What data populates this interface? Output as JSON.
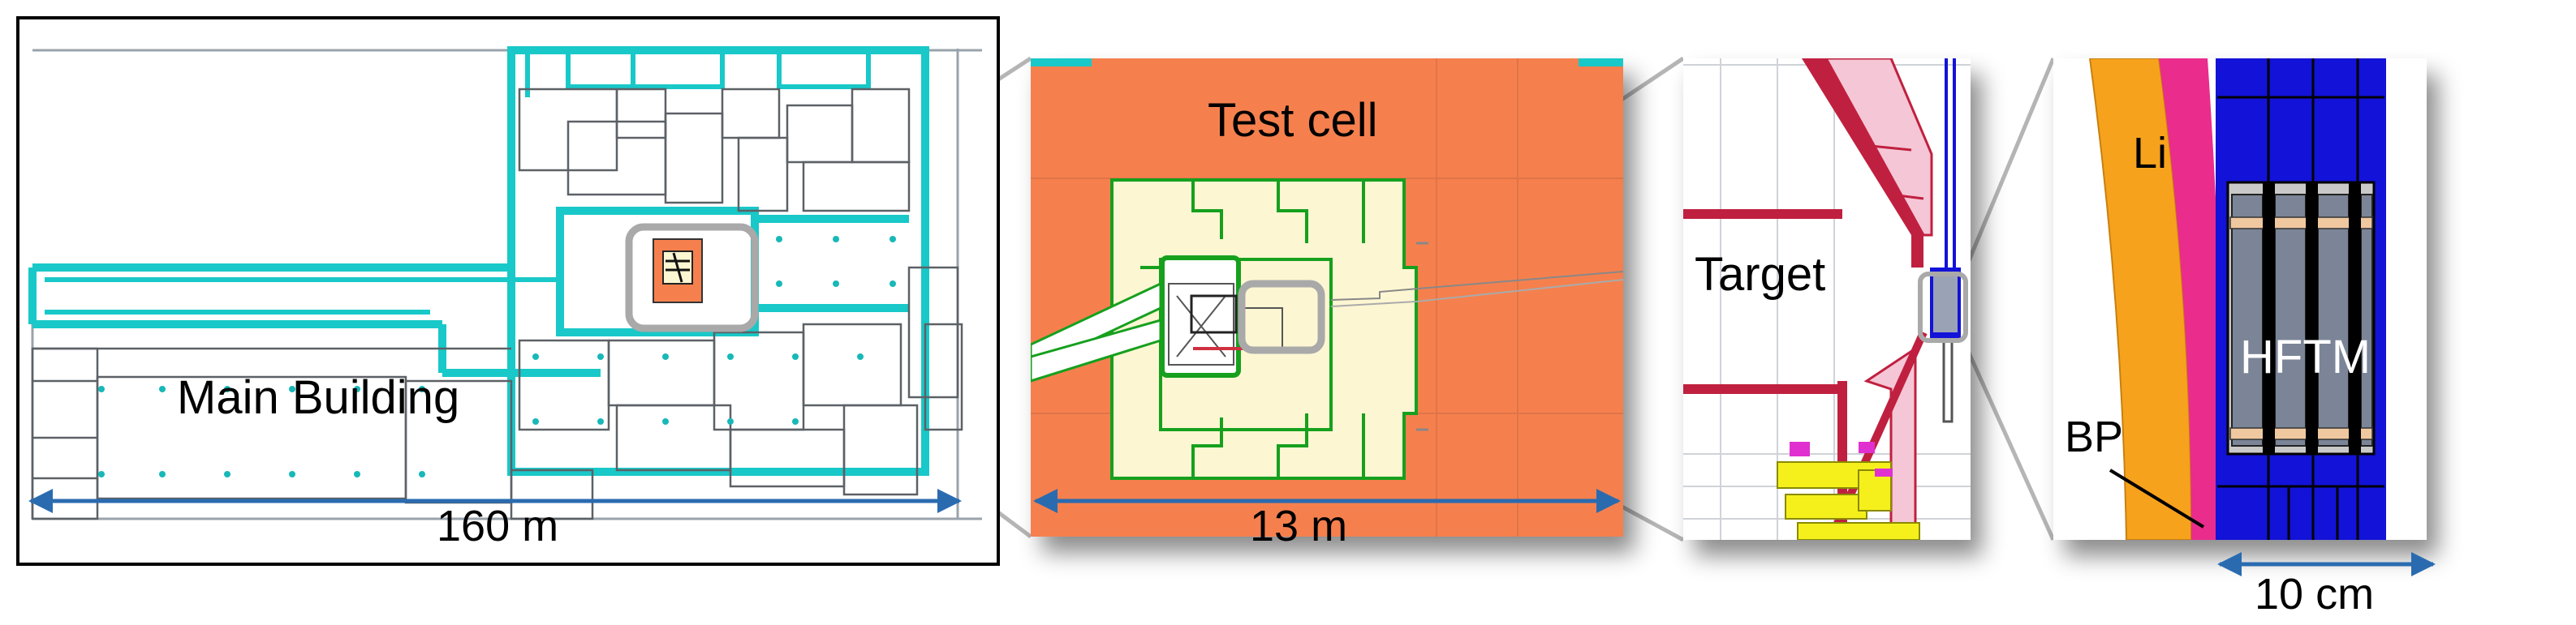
{
  "panels": {
    "building": {
      "label": "Main Building",
      "scale": "160 m"
    },
    "test_cell": {
      "label": "Test cell",
      "scale": "13 m"
    },
    "target": {
      "label": "Target"
    },
    "hftm": {
      "label_li": "Li",
      "label_bp": "BP",
      "label_module": "HFTM",
      "scale": "10 cm"
    }
  },
  "colors": {
    "wall_cyan": "#19c8c8",
    "test_cell_orange": "#f5804e",
    "shield_cream": "#fdf6d2",
    "shield_green": "#16a01e",
    "pipe_crimson": "#c0203f",
    "lithium_orange": "#f7a21c",
    "backplate_magenta": "#ea2c8c",
    "module_blue": "#1212d8",
    "capsule_gray": "#7b8597",
    "scale_arrow_blue": "#2a6bb0",
    "zoom_gray": "#b5b5b5"
  }
}
